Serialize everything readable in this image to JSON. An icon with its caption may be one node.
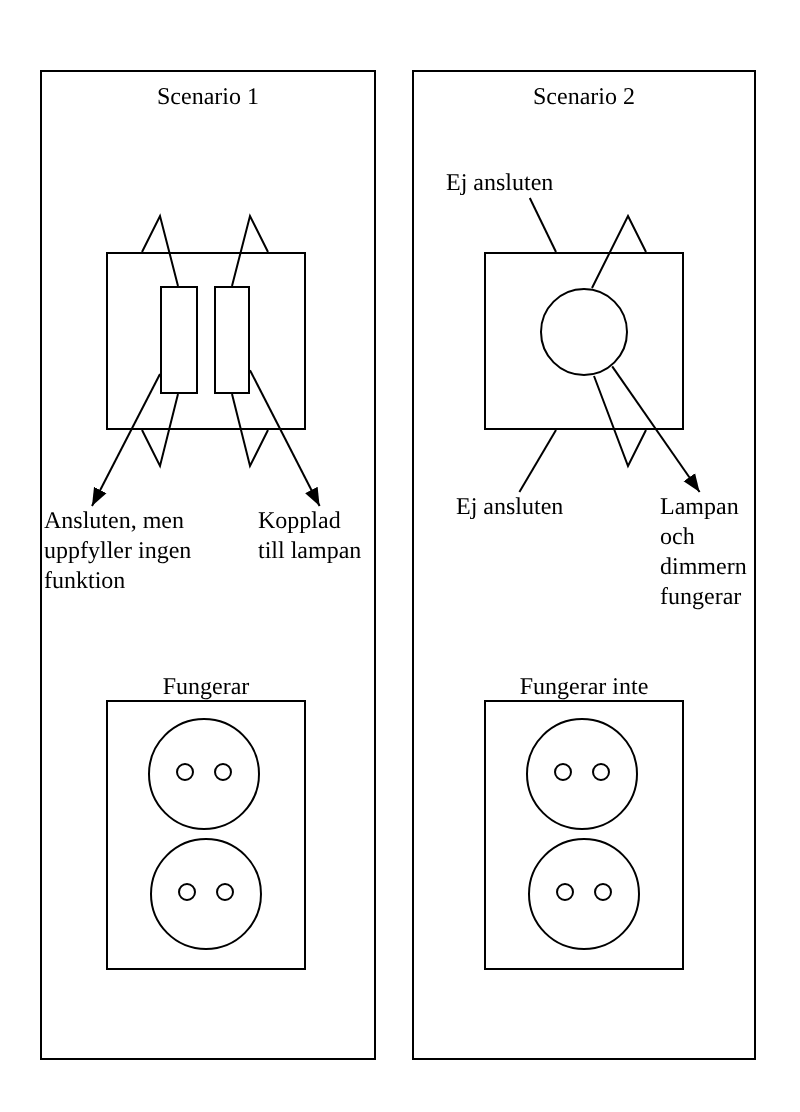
{
  "diagram": {
    "nodes": [
      {
        "text": [
          "Scenario 1"
        ]
      },
      {
        "text": [],
        "shape": "box",
        "in": 0
      },
      {
        "text": [],
        "shape": "box",
        "in": 1
      },
      {
        "text": [],
        "shape": "box",
        "in": 1
      },
      {
        "text": [
          "Ansluten, men uppfyller ingen funktion"
        ],
        "in": 0
      },
      {
        "text": [
          "Kopplad till lampan"
        ],
        "in": 0
      },
      {
        "text": [
          "Fungerar"
        ],
        "in": 0
      },
      {
        "text": [
          "Scenario 2"
        ]
      },
      {
        "text": [
          "Ej ansluten"
        ],
        "in": 7
      },
      {
        "text": [],
        "shape": "box",
        "in": 7
      },
      {
        "text": [],
        "shape": "circle",
        "in": 9
      },
      {
        "text": [
          "Ej ansluten"
        ],
        "in": 7
      },
      {
        "text": [
          "Lampan och dimmern fungerar"
        ],
        "in": 7
      },
      {
        "text": [
          "Fungerar inte"
        ],
        "in": 7
      }
    ],
    "edges": [
      {
        "from": 2,
        "to": 4,
        "arrow": "to"
      },
      {
        "from": 3,
        "to": 5,
        "arrow": "to"
      },
      {
        "from": 8,
        "to": 9,
        "arrow": "none"
      },
      {
        "from": 11,
        "to": 9,
        "arrow": "none"
      },
      {
        "from": 10,
        "to": 12,
        "arrow": "to"
      }
    ]
  }
}
